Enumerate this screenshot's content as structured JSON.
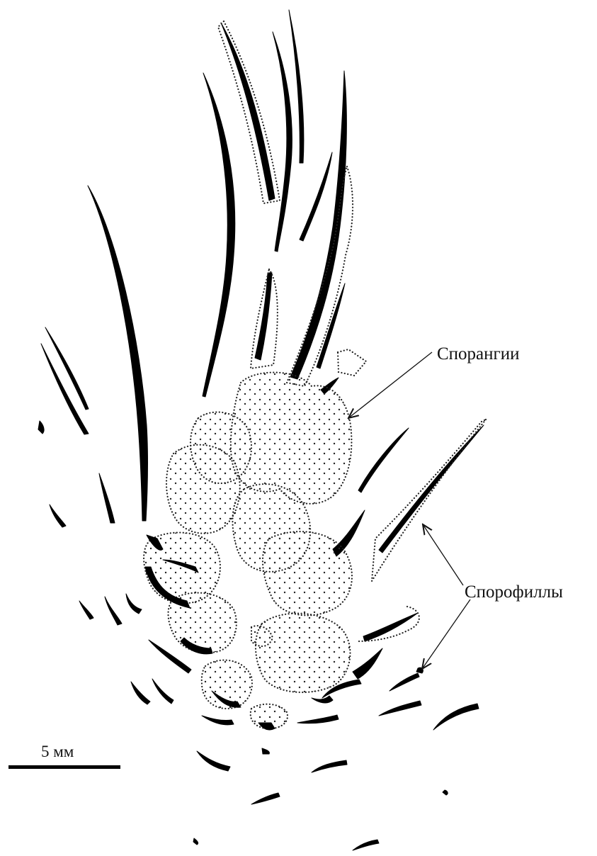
{
  "labels": {
    "sporangia": "Спорангии",
    "sporophylls": "Спорофиллы"
  },
  "scale_bar": {
    "label": "5 мм"
  },
  "colors": {
    "ink": "#000000",
    "background": "#ffffff"
  }
}
